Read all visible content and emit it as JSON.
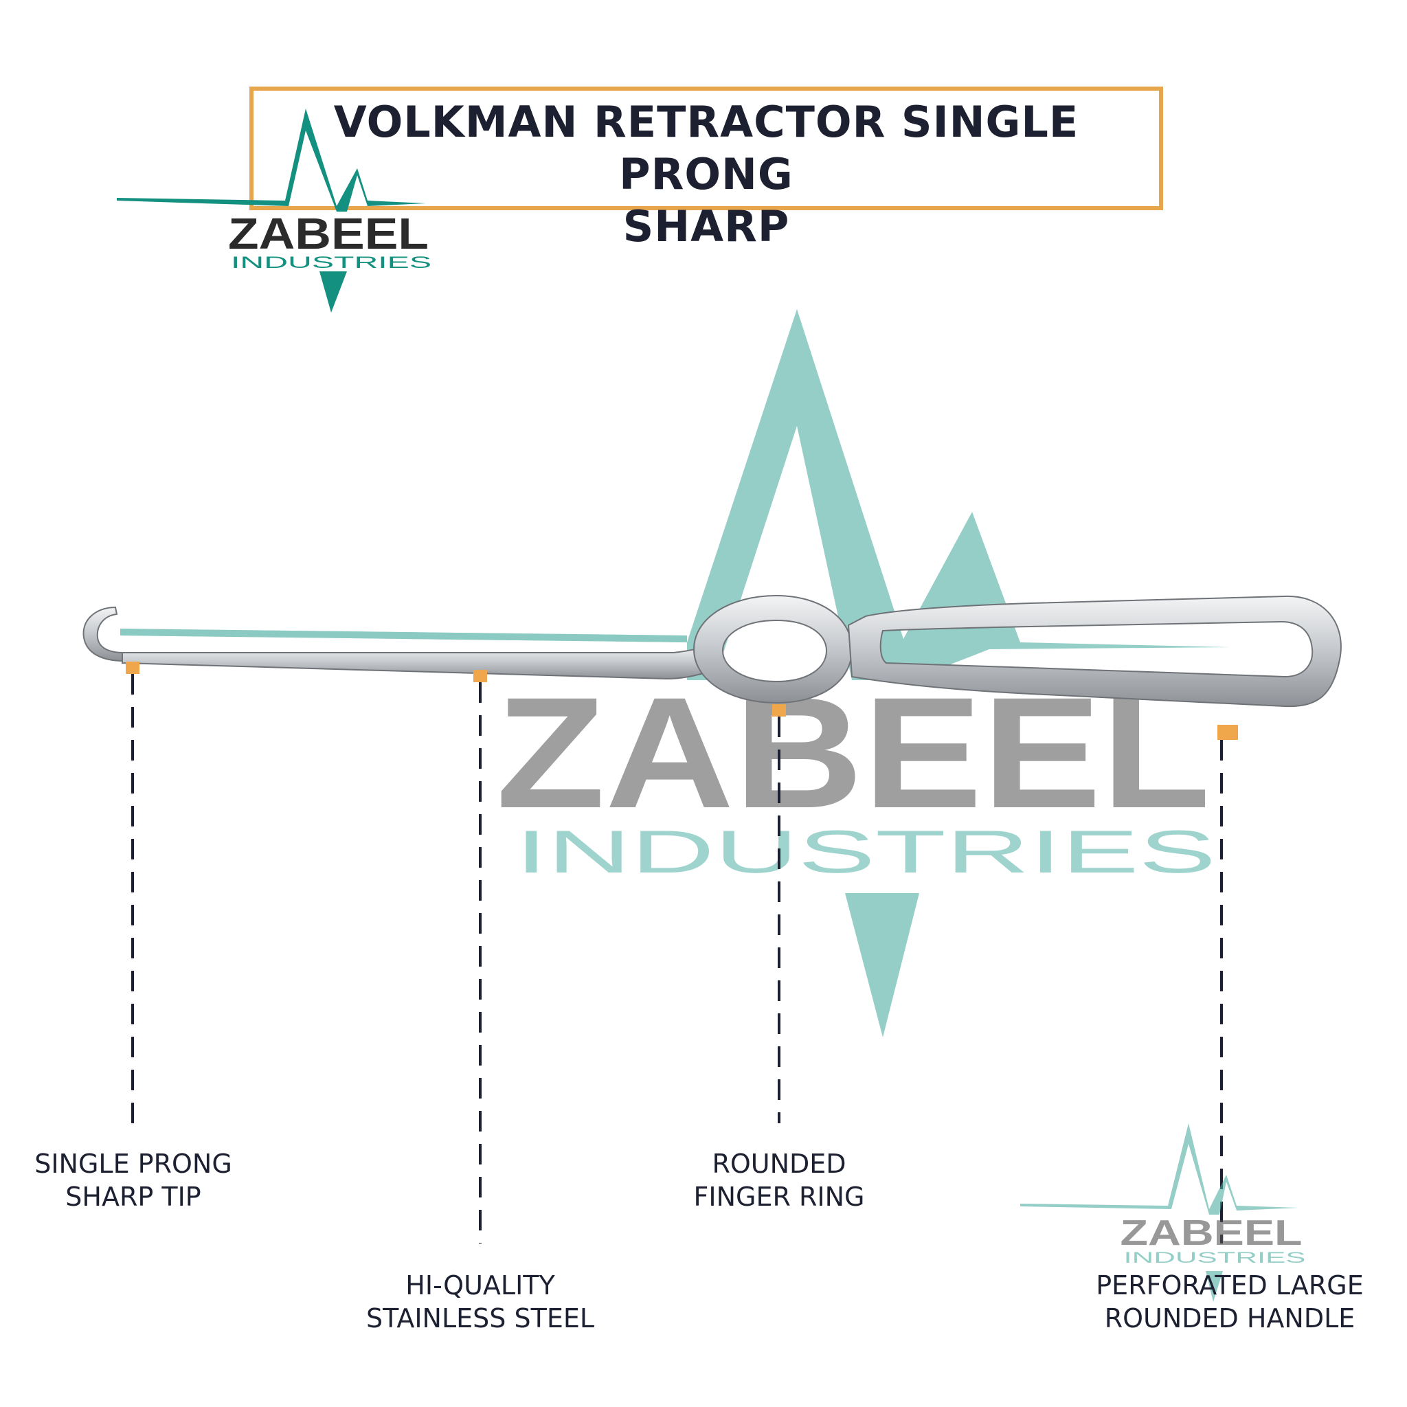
{
  "title": {
    "line1": "VOLKMAN RETRACTOR SINGLE PRONG",
    "line2": "SHARP"
  },
  "brand": {
    "name": "ZABEEL",
    "tagline": "INDUSTRIES",
    "accent_color": "#13907f",
    "watermark_teal": "#7fc6bd",
    "watermark_gray": "#8a8a8a",
    "border_color": "#e8a64c"
  },
  "features": [
    {
      "line1": "SINGLE PRONG",
      "line2": "SHARP TIP"
    },
    {
      "line1": "HI-QUALITY",
      "line2": "STAINLESS STEEL"
    },
    {
      "line1": "ROUNDED",
      "line2": "FINGER RING"
    },
    {
      "line1": "PERFORATED LARGE",
      "line2": "ROUNDED HANDLE"
    }
  ],
  "colors": {
    "marker": "#f0a64a",
    "leader": "#1c2030",
    "steel_light": "#e6e8ea",
    "steel_dark": "#8d9196"
  }
}
